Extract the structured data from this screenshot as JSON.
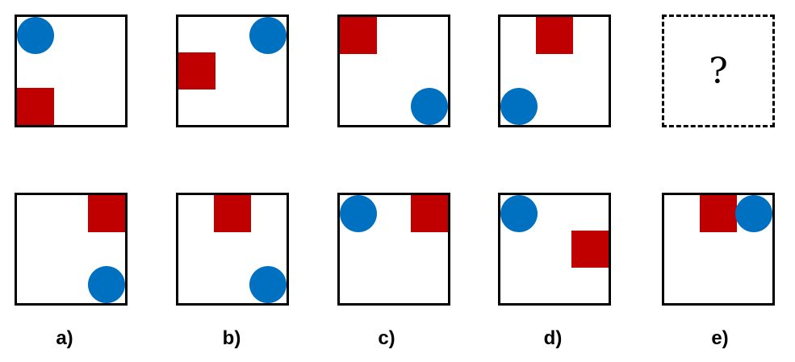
{
  "colors": {
    "square": "#c00000",
    "circle": "#0070c0",
    "border": "#000000"
  },
  "sequence": [
    {
      "circle": "top-left",
      "square": "bottom-left"
    },
    {
      "circle": "top-right",
      "square": "middle-left"
    },
    {
      "circle": "bottom-right",
      "square": "top-left"
    },
    {
      "circle": "bottom-left",
      "square": "top-middle"
    }
  ],
  "question_mark": "?",
  "options": [
    {
      "label": "a)",
      "circle": "bottom-right",
      "square": "top-right"
    },
    {
      "label": "b)",
      "circle": "bottom-right",
      "square": "top-middle"
    },
    {
      "label": "c)",
      "circle": "top-left",
      "square": "top-right"
    },
    {
      "label": "d)",
      "circle": "top-left",
      "square": "middle-right"
    },
    {
      "label": "e)",
      "circle": "top-right",
      "square": "top-middle"
    }
  ]
}
